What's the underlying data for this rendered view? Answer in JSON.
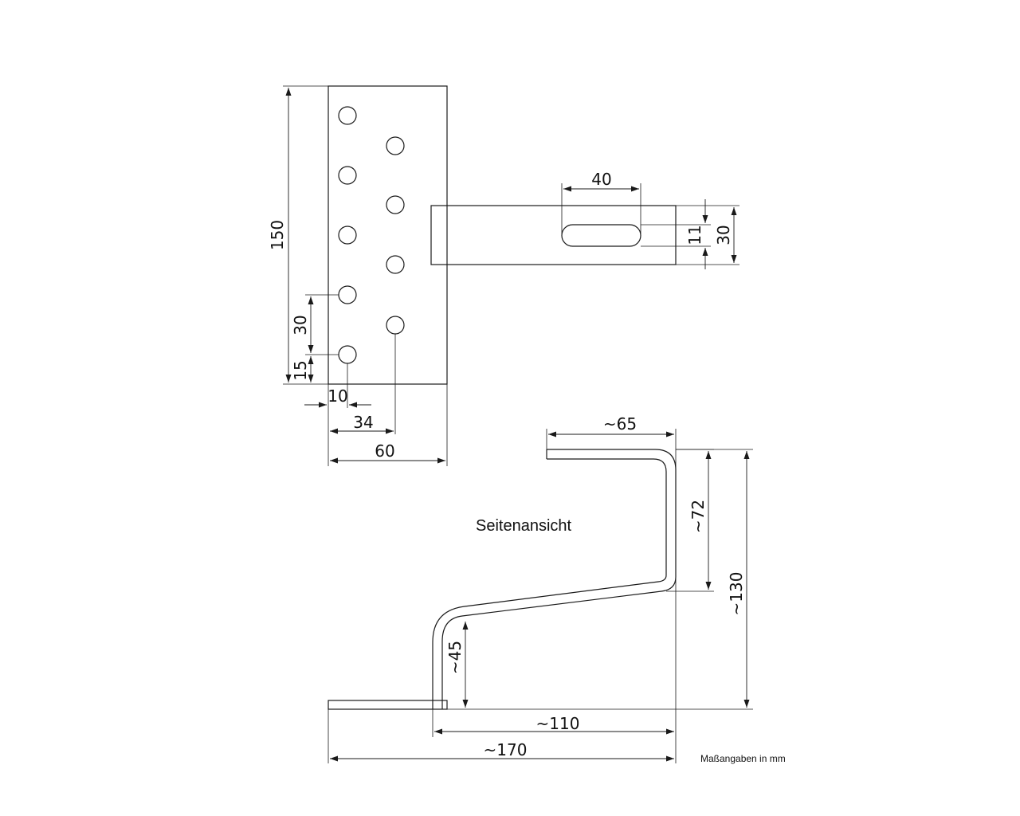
{
  "front_view": {
    "dimensions": {
      "height_total": "150",
      "hole_pitch": "30",
      "hole_offset_bottom": "15",
      "hole_offset_left": "10",
      "hole_offset_second_column": "34",
      "plate_width": "60"
    },
    "hole_count": 9
  },
  "tab_view": {
    "dimensions": {
      "slot_length": "40",
      "slot_width": "11",
      "tab_height": "30"
    }
  },
  "side_view": {
    "title": "Seitenansicht",
    "dimensions": {
      "top_leg": "~65",
      "upper_height": "~72",
      "total_height": "~130",
      "lower_height": "~45",
      "offset": "~110",
      "total_length": "~170"
    }
  },
  "note": "Maßangaben in mm"
}
